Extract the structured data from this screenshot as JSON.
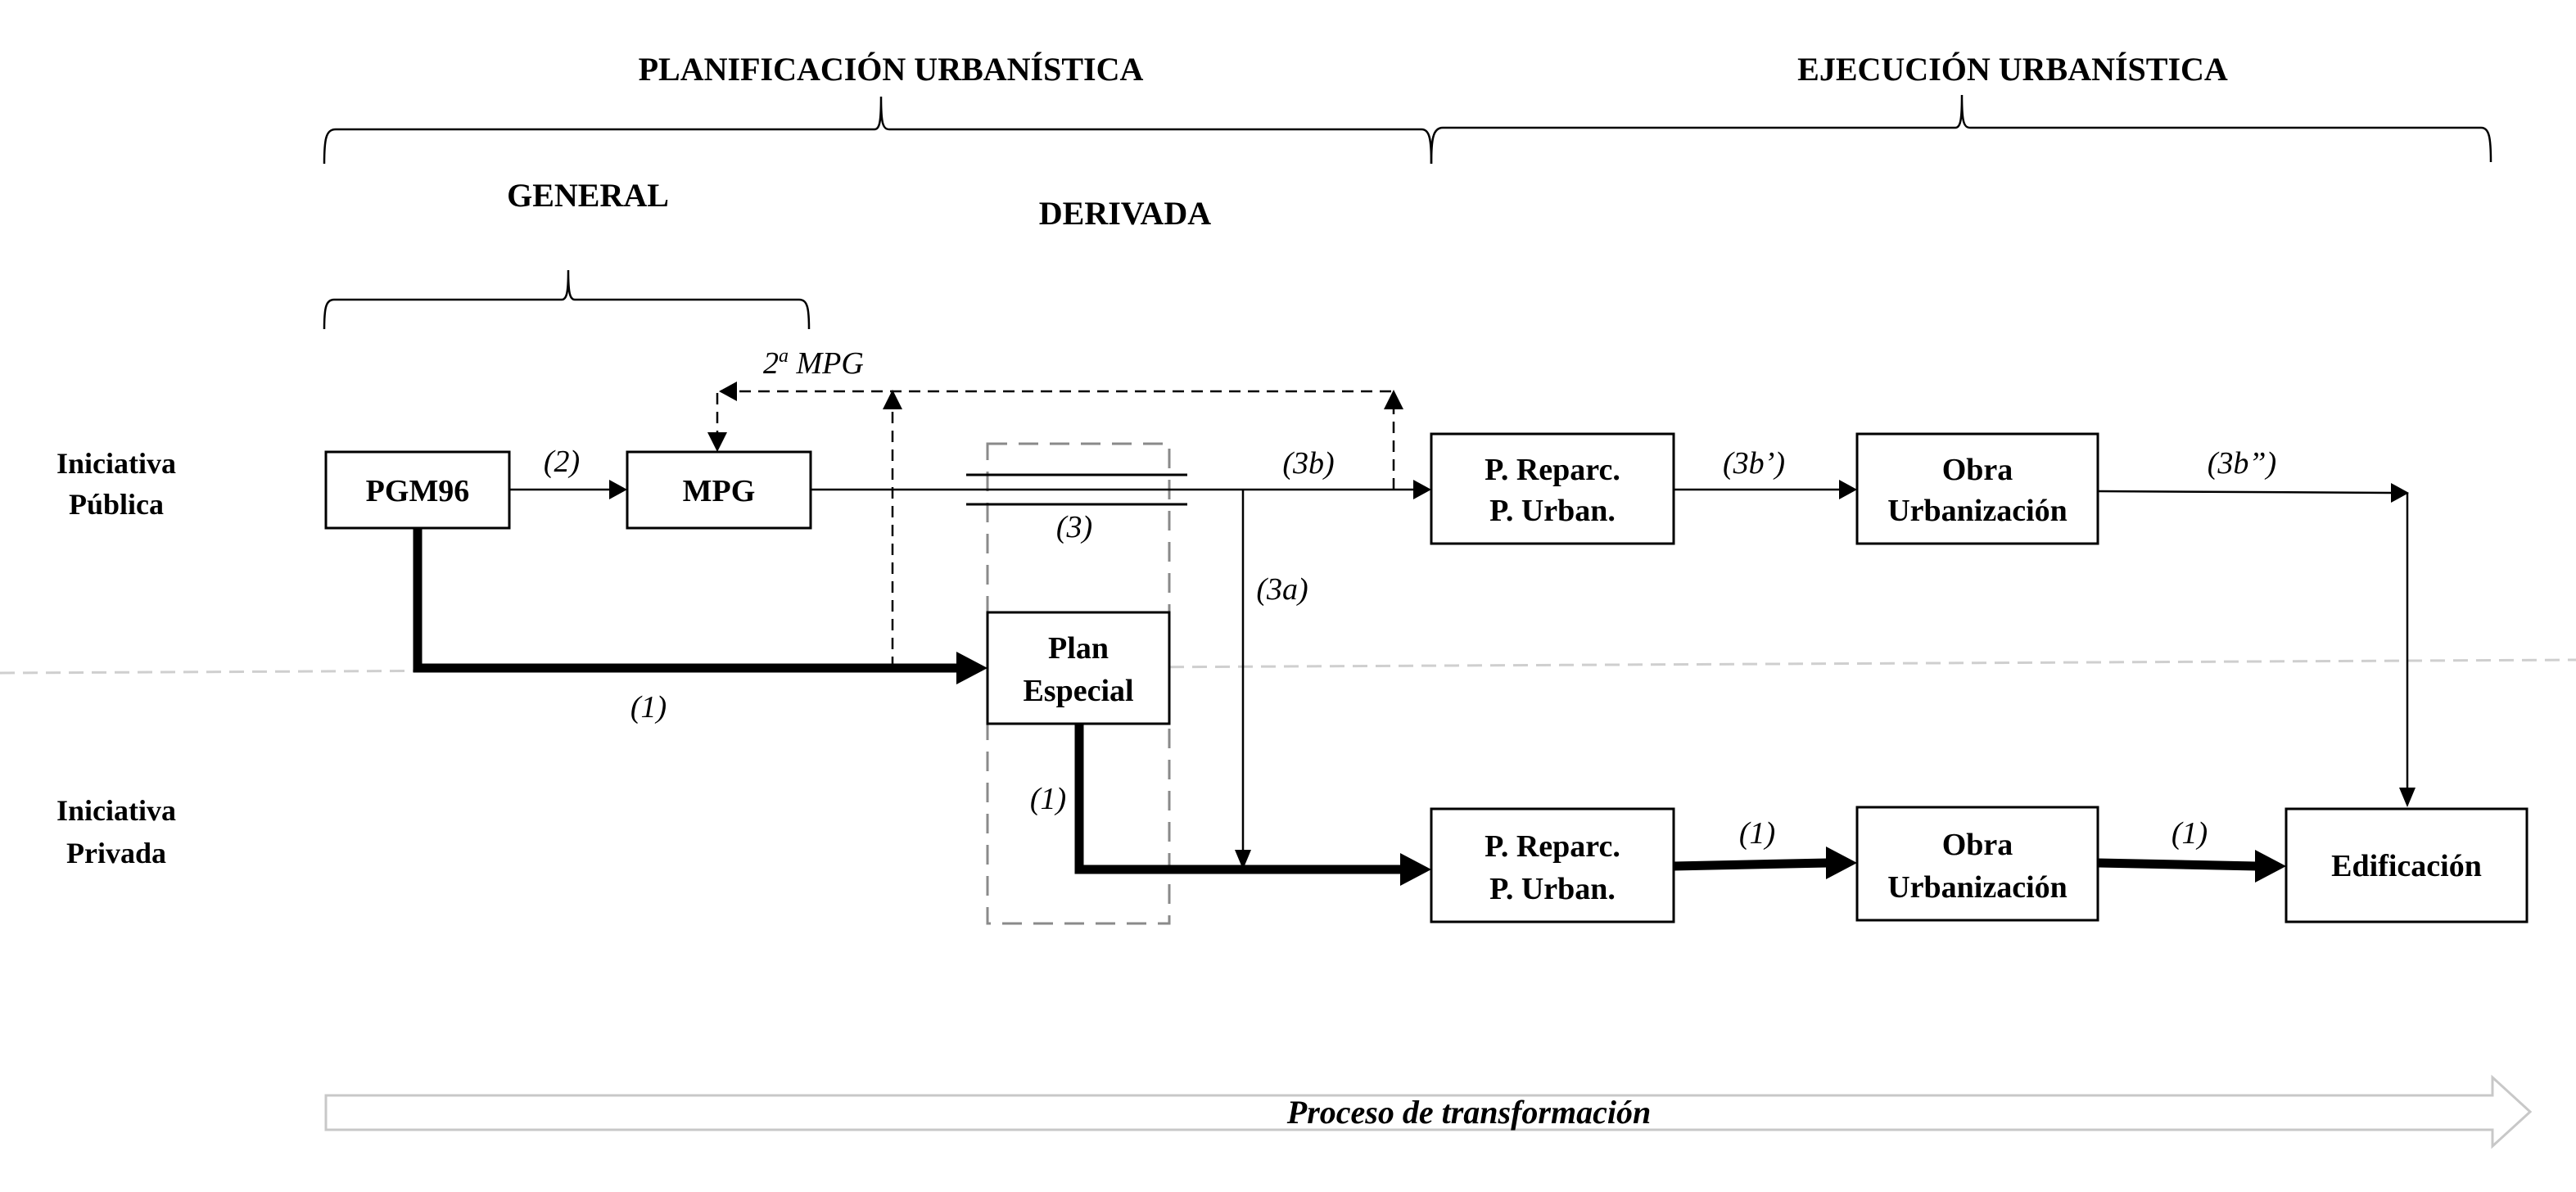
{
  "headers": {
    "planificacion": "PLANIFICACIÓN URBANÍSTICA",
    "ejecucion": "EJECUCIÓN URBANÍSTICA",
    "general": "GENERAL",
    "derivada": "DERIVADA"
  },
  "rows": {
    "publica": [
      "Iniciativa",
      "Pública"
    ],
    "privada": [
      "Iniciativa",
      "Privada"
    ]
  },
  "boxes": {
    "pgm96": [
      "PGM96"
    ],
    "mpg": [
      "MPG"
    ],
    "plan_especial": [
      "Plan",
      "Especial"
    ],
    "reparc_publica": [
      "P. Reparc.",
      "P. Urban."
    ],
    "obra_publica": [
      "Obra",
      "Urbanización"
    ],
    "reparc_privada": [
      "P. Reparc.",
      "P. Urban."
    ],
    "obra_privada": [
      "Obra",
      "Urbanización"
    ],
    "edificacion": [
      "Edificación"
    ]
  },
  "labels": {
    "l2": "(2)",
    "mpg2_num": "2",
    "mpg2_sup": "a",
    "mpg2_text": " MPG",
    "l3": "(3)",
    "l3a": "(3a)",
    "l3b": "(3b)",
    "l3b1": "(3b’)",
    "l3b2": "(3b”)",
    "l1_pgm": "(1)",
    "l1_plan": "(1)",
    "l1_reparc": "(1)",
    "l1_obra": "(1)"
  },
  "process": {
    "label": "Proceso de transformación"
  }
}
